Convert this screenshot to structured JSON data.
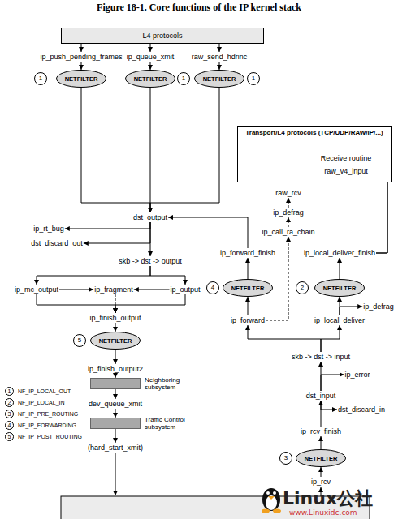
{
  "diagram": {
    "title": "Figure 18-1. Core functions of the IP kernel stack",
    "nodes": [
      {
        "text": [
          "L4 protocols"
        ]
      },
      {
        "text": [
          "ip_push_pending_frames"
        ]
      },
      {
        "text": [
          "ip_queue_xmit"
        ]
      },
      {
        "text": [
          "raw_send_hdrinc"
        ]
      },
      {
        "text": [
          "1"
        ]
      },
      {
        "text": [
          "NETFILTER"
        ]
      },
      {
        "text": [
          "NETFILTER"
        ]
      },
      {
        "text": [
          "1"
        ]
      },
      {
        "text": [
          "NETFILTER"
        ]
      },
      {
        "text": [
          "1"
        ]
      },
      {
        "text": [
          "Transport/L4 protocols (TCP/UDP/RAW/IP/...)"
        ]
      },
      {
        "text": [
          "Receive routine"
        ],
        "in": 10
      },
      {
        "text": [
          "raw_v4_input"
        ],
        "in": 10
      },
      {
        "text": [
          "raw_rcv"
        ]
      },
      {
        "text": [
          "ip_defrag"
        ]
      },
      {
        "text": [
          "dst_output"
        ]
      },
      {
        "text": [
          "ip_rt_bug"
        ]
      },
      {
        "text": [
          "ip_call_ra_chain"
        ]
      },
      {
        "text": [
          "dst_discard_out"
        ]
      },
      {
        "text": [
          "ip_forward_finish"
        ]
      },
      {
        "text": [
          "ip_local_deliver_finish"
        ]
      },
      {
        "text": [
          "skb -> dst -> output"
        ]
      },
      {
        "text": [
          "ip_mc_output"
        ]
      },
      {
        "text": [
          "ip_fragment"
        ]
      },
      {
        "text": [
          "ip_output"
        ]
      },
      {
        "text": [
          "4"
        ]
      },
      {
        "text": [
          "NETFILTER"
        ]
      },
      {
        "text": [
          "2"
        ]
      },
      {
        "text": [
          "NETFILTER"
        ]
      },
      {
        "text": [
          "ip_defrag"
        ]
      },
      {
        "text": [
          "ip_finish_output"
        ]
      },
      {
        "text": [
          "ip_forward"
        ]
      },
      {
        "text": [
          "ip_local_deliver"
        ]
      },
      {
        "text": [
          "5"
        ]
      },
      {
        "text": [
          "NETFILTER"
        ]
      },
      {
        "text": [
          "skb -> dst -> input"
        ]
      },
      {
        "text": [
          "ip_finish_output2"
        ]
      },
      {
        "text": [
          "ip_error"
        ]
      },
      {
        "text": [
          "Neighboring subsystem"
        ]
      },
      {
        "text": [
          "dst_input"
        ]
      },
      {
        "text": [
          "dev_queue_xmit"
        ]
      },
      {
        "text": [
          "dst_discard_in"
        ]
      },
      {
        "text": [
          "Traffic Control subsystem"
        ]
      },
      {
        "text": [
          "ip_rcv_finish"
        ]
      },
      {
        "text": [
          "(hard_start_xmit)"
        ]
      },
      {
        "text": [
          "3"
        ]
      },
      {
        "text": [
          "NETFILTER"
        ]
      },
      {
        "text": [
          "ip_rcv"
        ]
      }
    ],
    "edges": [
      {
        "from": 0,
        "to": 1,
        "arrow": "to"
      },
      {
        "from": 0,
        "to": 2,
        "arrow": "to"
      },
      {
        "from": 0,
        "to": 3,
        "arrow": "to"
      },
      {
        "from": 1,
        "to": 5,
        "arrow": "to"
      },
      {
        "from": 2,
        "to": 6,
        "arrow": "to"
      },
      {
        "from": 3,
        "to": 8,
        "arrow": "to"
      },
      {
        "from": 5,
        "to": 15,
        "arrow": "to"
      },
      {
        "from": 6,
        "to": 15,
        "arrow": "to"
      },
      {
        "from": 8,
        "to": 15,
        "arrow": "to"
      },
      {
        "from": 15,
        "to": 16,
        "arrow": "to"
      },
      {
        "from": 15,
        "to": 18,
        "arrow": "to"
      },
      {
        "from": 15,
        "to": 21,
        "arrow": "to"
      },
      {
        "from": 21,
        "to": 22,
        "arrow": "to"
      },
      {
        "from": 21,
        "to": 24,
        "arrow": "to"
      },
      {
        "from": 22,
        "to": 23,
        "arrow": "to"
      },
      {
        "from": 24,
        "to": 23,
        "arrow": "to"
      },
      {
        "from": 22,
        "to": 30,
        "arrow": "to"
      },
      {
        "from": 23,
        "to": 30,
        "arrow": "to"
      },
      {
        "from": 24,
        "to": 30,
        "arrow": "to"
      },
      {
        "from": 30,
        "to": 34,
        "arrow": "to"
      },
      {
        "from": 34,
        "to": 36,
        "arrow": "to"
      },
      {
        "from": 36,
        "to": 38,
        "arrow": "to"
      },
      {
        "from": 38,
        "to": 40,
        "arrow": "to"
      },
      {
        "from": 40,
        "to": 42,
        "arrow": "to"
      },
      {
        "from": 42,
        "to": 44,
        "arrow": "to"
      },
      {
        "from": 47,
        "to": 46,
        "arrow": "to"
      },
      {
        "from": 46,
        "to": 43,
        "arrow": "to"
      },
      {
        "from": 43,
        "to": 39,
        "arrow": "to"
      },
      {
        "from": 39,
        "to": 37,
        "arrow": "to"
      },
      {
        "from": 39,
        "to": 41,
        "arrow": "to"
      },
      {
        "from": 39,
        "to": 35,
        "arrow": "to"
      },
      {
        "from": 35,
        "to": 31,
        "arrow": "to"
      },
      {
        "from": 35,
        "to": 32,
        "arrow": "to"
      },
      {
        "from": 32,
        "to": 29,
        "arrow": "to"
      },
      {
        "from": 32,
        "to": 28,
        "arrow": "to"
      },
      {
        "from": 28,
        "to": 20,
        "arrow": "to"
      },
      {
        "from": 20,
        "to": 11,
        "arrow": "to"
      },
      {
        "from": 20,
        "to": 12,
        "arrow": "to"
      },
      {
        "from": 31,
        "to": 26,
        "arrow": "to"
      },
      {
        "from": 26,
        "to": 19,
        "arrow": "to"
      },
      {
        "from": 19,
        "to": 15,
        "arrow": "to"
      },
      {
        "from": 31,
        "to": 17,
        "arrow": "to"
      },
      {
        "from": 17,
        "to": 14,
        "arrow": "to"
      },
      {
        "from": 14,
        "to": 13,
        "arrow": "to"
      }
    ],
    "labels": [
      "1",
      "2",
      "3",
      "4",
      "5",
      "Linux公社",
      "www.Linuxidc.com"
    ],
    "legend": [
      {
        "text": "NF_IP_LOCAL_OUT"
      },
      {
        "text": "NF_IP_LOCAL_IN"
      },
      {
        "text": "NF_IP_PRE_ROUTING"
      },
      {
        "text": "NF_IP_FORWARDING"
      },
      {
        "text": "NF_IP_POST_ROUTING"
      }
    ]
  }
}
